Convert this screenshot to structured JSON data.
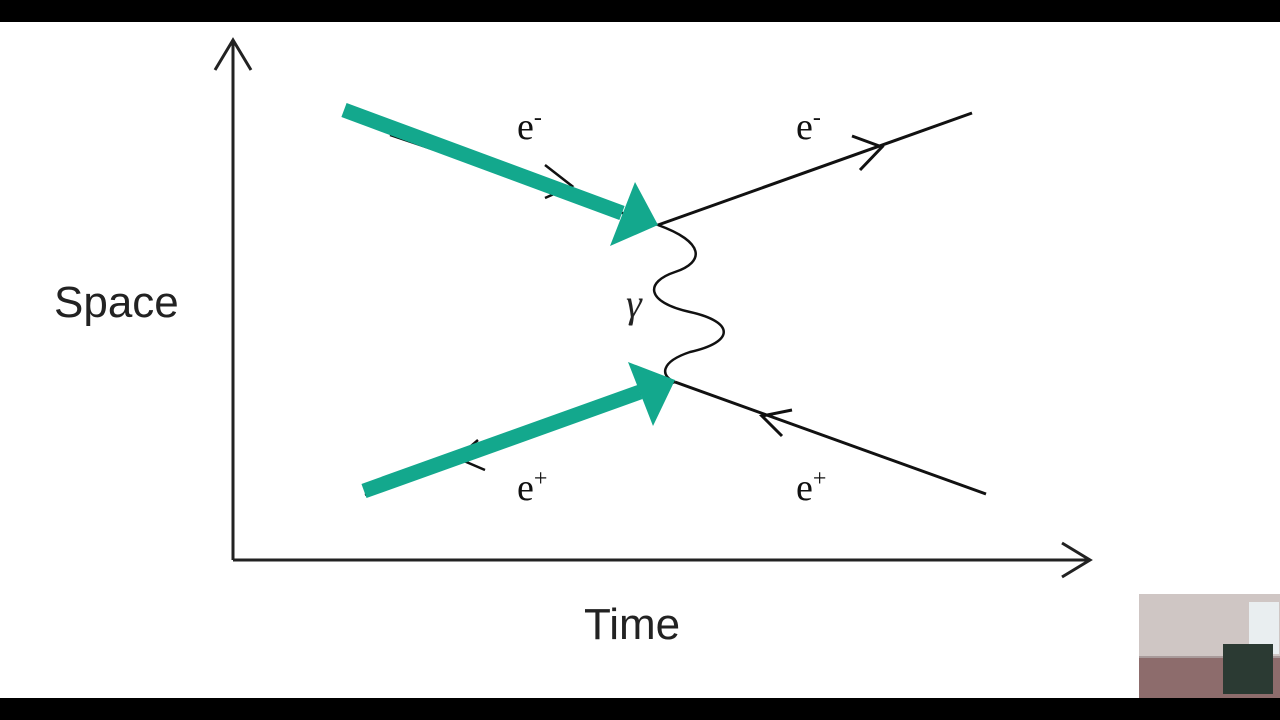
{
  "axes": {
    "y_label": "Space",
    "x_label": "Time"
  },
  "particles": {
    "electron_in": {
      "base": "e",
      "sup": "-"
    },
    "electron_out": {
      "base": "e",
      "sup": "-"
    },
    "positron_in": {
      "base": "e",
      "sup": "+"
    },
    "positron_out": {
      "base": "e",
      "sup": "+"
    }
  },
  "photon_label": "γ",
  "colors": {
    "highlight_arrow": "#13a88d",
    "line": "#111111",
    "background": "#ffffff",
    "frame": "#000000"
  }
}
